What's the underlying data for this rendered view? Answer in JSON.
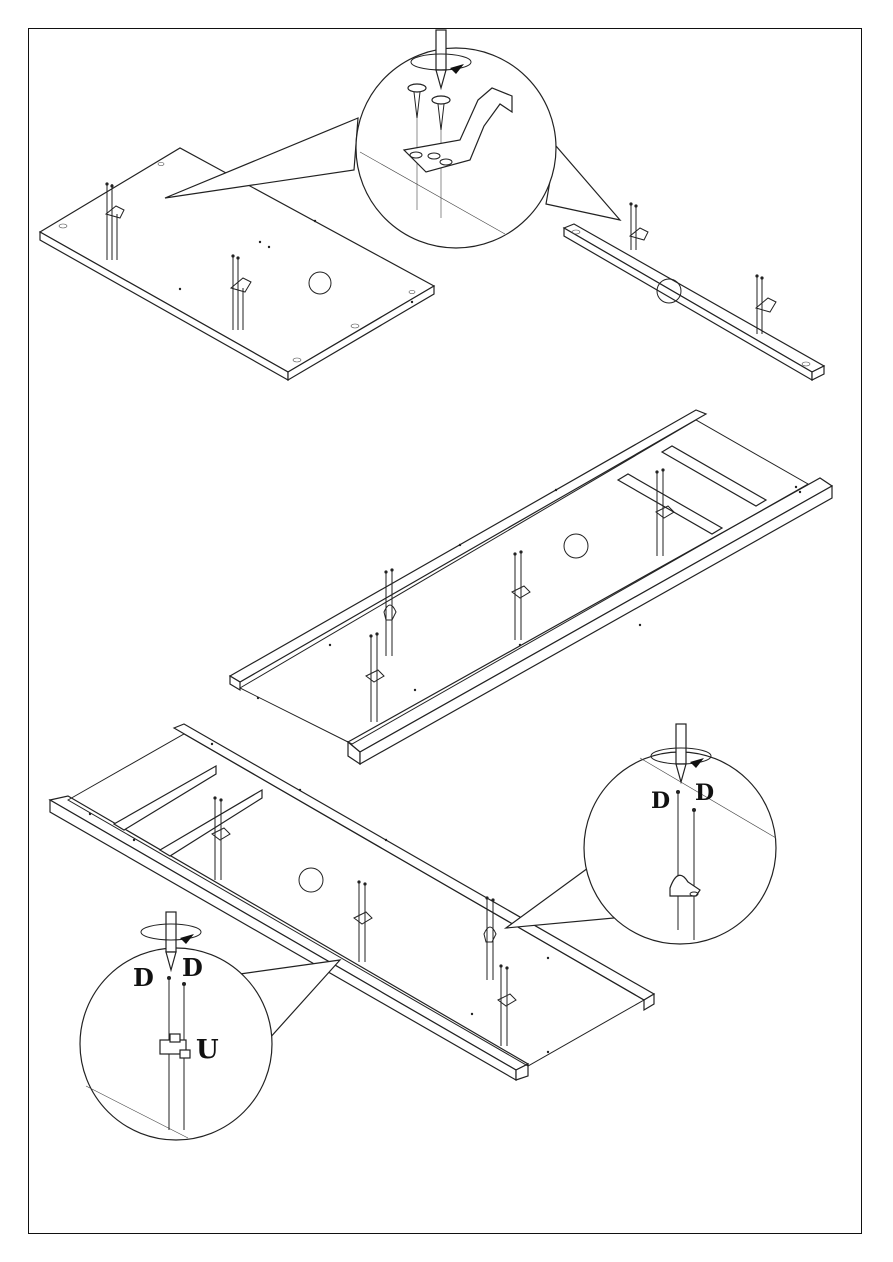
{
  "labels": {
    "callout_top_right": {
      "left": "D",
      "right": "D"
    },
    "callout_bottom_left": {
      "left": "D",
      "right": "D",
      "part": "U"
    }
  },
  "icons": [
    "screwdriver-icon",
    "rotate-arrow-icon",
    "screw-icon",
    "bracket-icon"
  ]
}
